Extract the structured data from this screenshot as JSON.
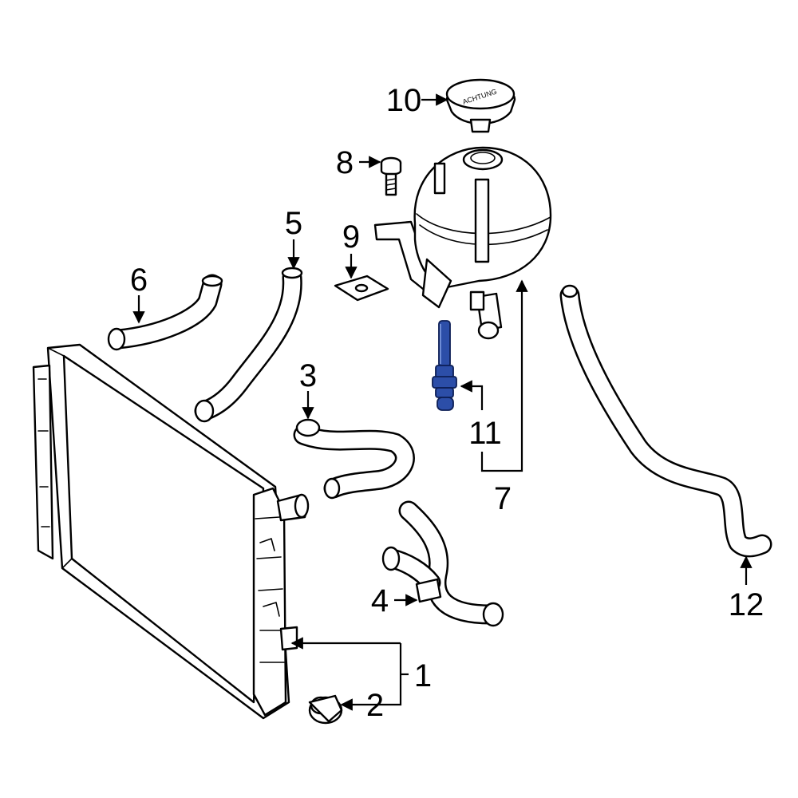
{
  "diagram": {
    "colors": {
      "line": "#000000",
      "background": "#ffffff",
      "highlight": "#2c4ea8"
    },
    "highlighted_part": "11",
    "callouts": [
      "1",
      "2",
      "3",
      "4",
      "5",
      "6",
      "7",
      "8",
      "9",
      "10",
      "11",
      "12"
    ],
    "cap_marking": "ACHTUNG"
  }
}
